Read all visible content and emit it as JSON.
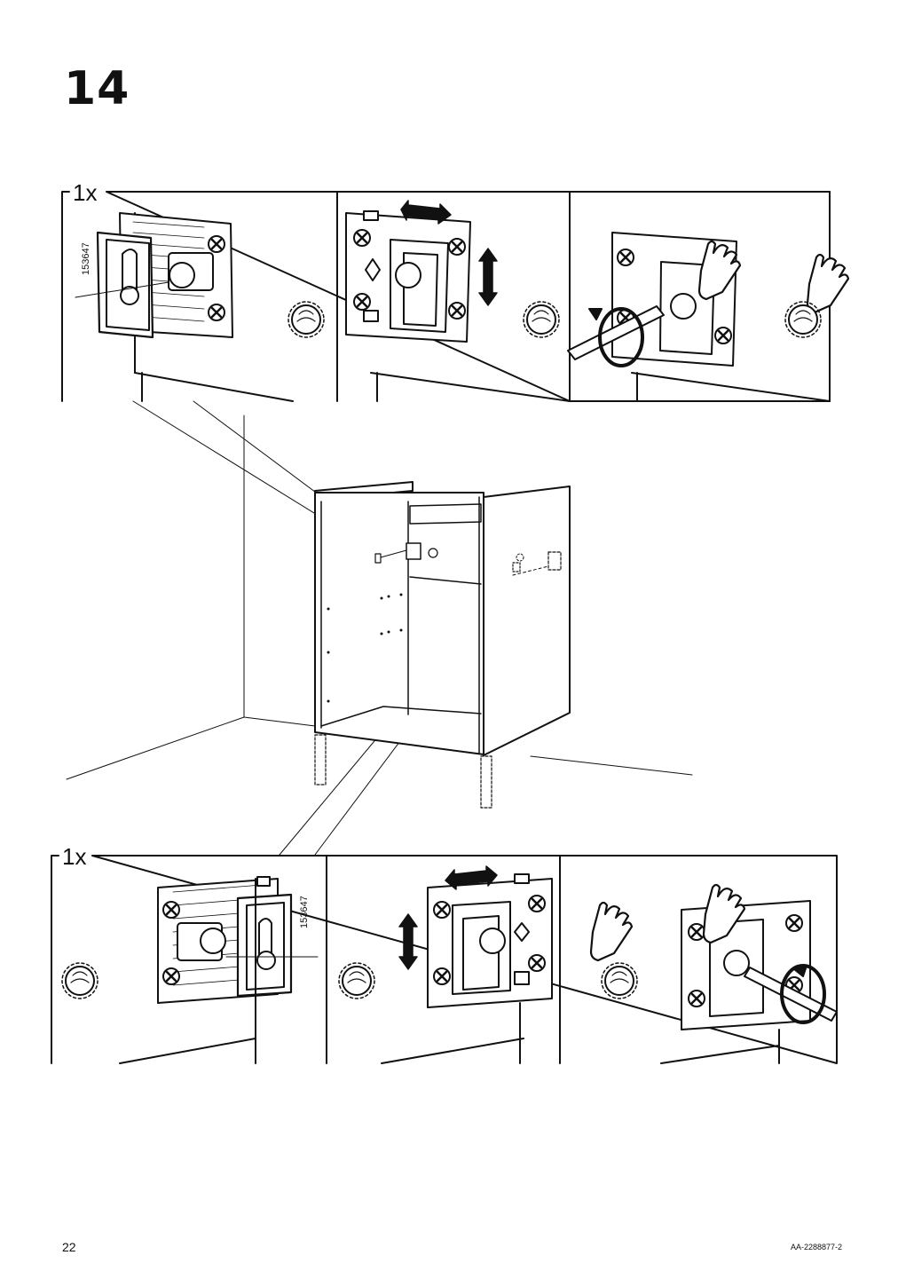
{
  "step": {
    "number": "14"
  },
  "top_panel": {
    "quantity": "1x",
    "part_number": "153647"
  },
  "bottom_panel": {
    "quantity": "1x",
    "part_number": "153647"
  },
  "footer": {
    "page_number": "22",
    "document_code": "AA-2288877-2"
  },
  "colors": {
    "ink": "#111111",
    "paper": "#ffffff",
    "dashed": "#555555"
  }
}
